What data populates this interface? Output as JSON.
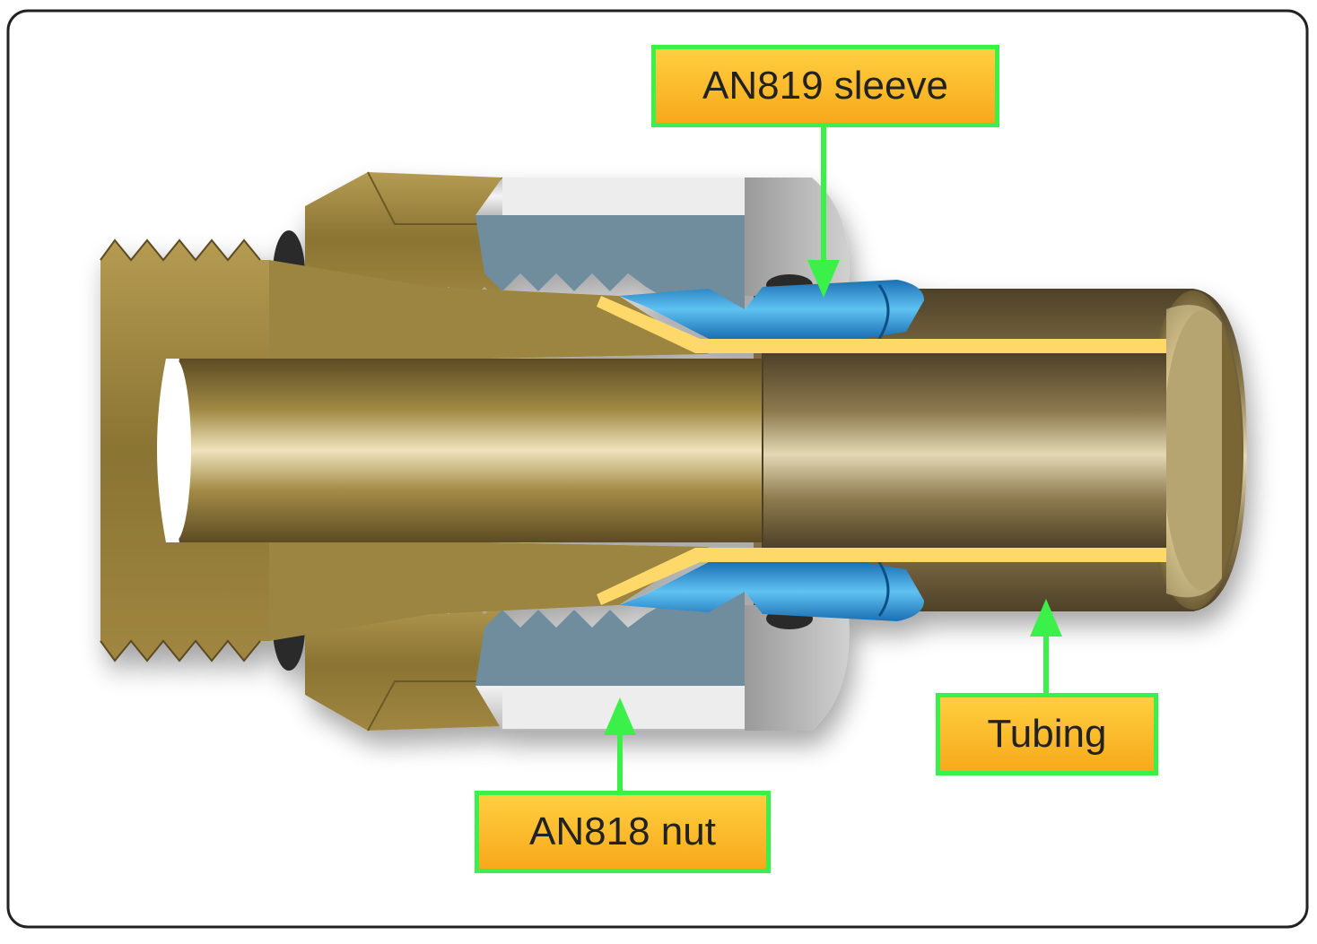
{
  "diagram": {
    "labels": {
      "sleeve": "AN819 sleeve",
      "nut": "AN818 nut",
      "tubing": "Tubing"
    },
    "colors": {
      "frame_border": "#222222",
      "callout_border": "#3cf04a",
      "callout_fill_top": "#ffcf40",
      "callout_fill_bottom": "#f7a91b",
      "arrow": "#3cf04a",
      "brass_light": "#d4bf86",
      "brass_mid": "#a28a45",
      "brass_dark": "#5c4c24",
      "nut_gray": "#6f8d9e",
      "nut_white": "#e8e8e8",
      "sleeve_blue": "#1c88d4",
      "sleeve_light": "#4fb6ec",
      "tube_edge": "#ffd86b"
    },
    "icons": [
      "arrow-up-icon",
      "arrow-down-icon"
    ]
  }
}
